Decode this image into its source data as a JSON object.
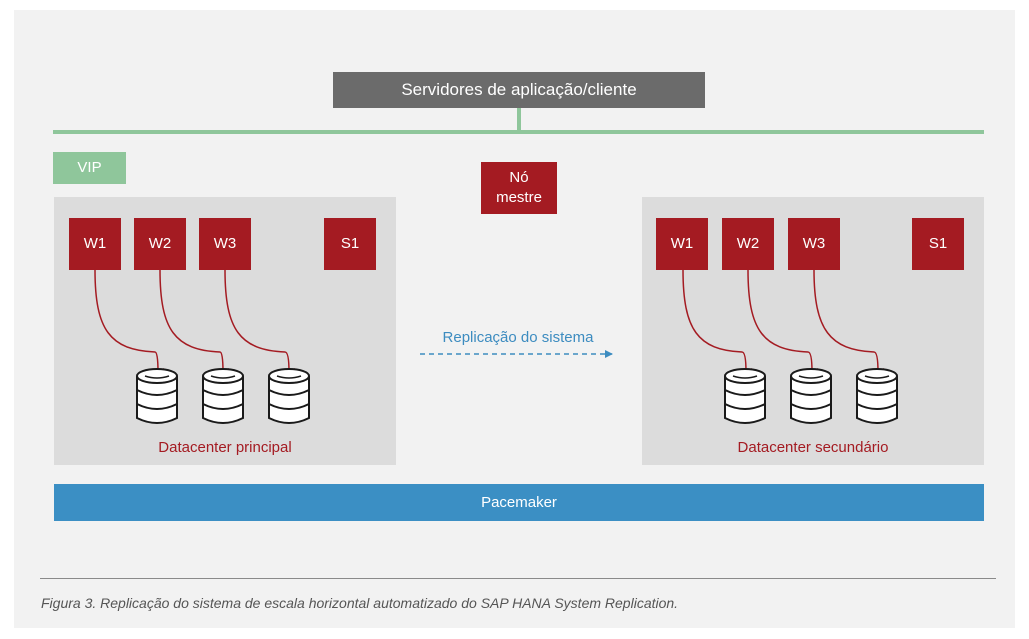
{
  "app_server": {
    "label": "Servidores de aplicação/cliente"
  },
  "vip": {
    "label": "VIP"
  },
  "master_node": {
    "label_line1": "Nó",
    "label_line2": "mestre"
  },
  "primary": {
    "workers": [
      "W1",
      "W2",
      "W3"
    ],
    "standby": "S1",
    "label": "Datacenter principal"
  },
  "secondary": {
    "workers": [
      "W1",
      "W2",
      "W3"
    ],
    "standby": "S1",
    "label": "Datacenter secundário"
  },
  "replication": {
    "label": "Replicação do sistema"
  },
  "pacemaker": {
    "label": "Pacemaker"
  },
  "caption": "Figura 3. Replicação do sistema de escala horizontal automatizado do SAP HANA System Replication.",
  "colors": {
    "node_red": "#a41b22",
    "bus_green": "#8fc69b",
    "pacemaker_blue": "#3b8fc4",
    "app_server_gray": "#6b6b6b"
  }
}
